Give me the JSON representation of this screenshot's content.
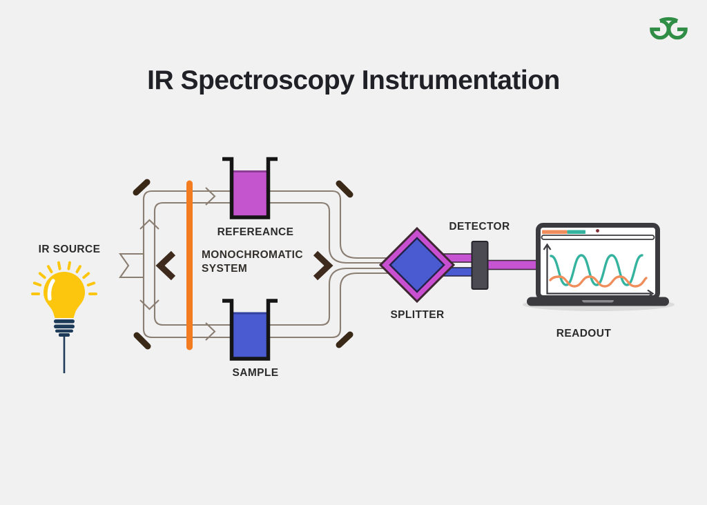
{
  "title": "IR Spectroscopy Instrumentation",
  "logo": {
    "brand": "GeeksforGeeks",
    "color": "#2f8d46"
  },
  "diagram": {
    "labels": {
      "ir_source": "IR SOURCE",
      "monochromatic_system": "MONOCHROMATIC SYSTEM",
      "reference": "REFEREANCE",
      "sample": "SAMPLE",
      "splitter": "SPLITTER",
      "detector": "DETECTOR",
      "readout": "READOUT"
    },
    "colors": {
      "background": "#f1f1f2",
      "beam_path_line": "#8a7d72",
      "mirror_brown": "#3a2817",
      "chopper_orange": "#f47c20",
      "bulb_yellow": "#fcc60e",
      "bulb_base_navy": "#1e3c59",
      "reference_liquid_magenta": "#c554cf",
      "sample_liquid_blue": "#4a5ad1",
      "splitter_outer_magenta": "#c84fd0",
      "splitter_inner_blue": "#4a5ad1",
      "beam_magenta": "#c553d2",
      "beam_blue": "#4a5ad1",
      "detector_gray": "#4b4951",
      "laptop_frame_gray": "#3a3a3f",
      "wave_teal": "#35b39f",
      "wave_orange": "#ef8d5c",
      "label_text": "#2b2b2b"
    }
  }
}
